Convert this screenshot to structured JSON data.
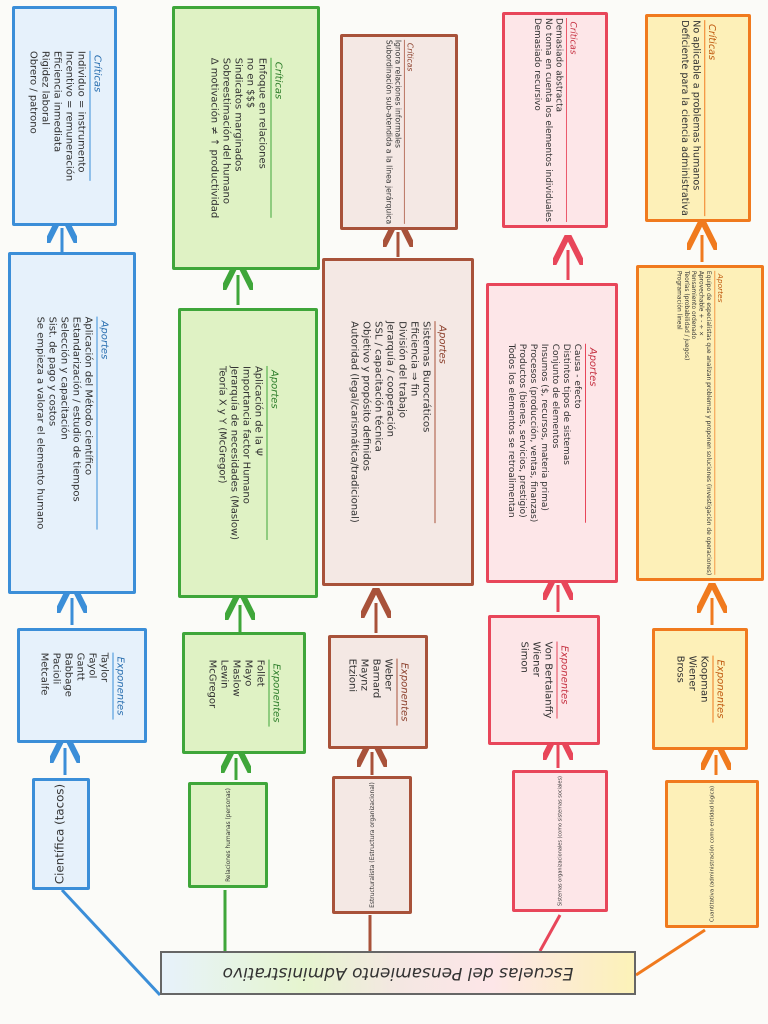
{
  "title": "Escuelas del Pensamiento Administrativo",
  "columns": [
    {
      "name": "Científica (tacos)",
      "color": "#3b8ed8",
      "exponentes_label": "Exponentes",
      "exponentes": [
        "Taylor",
        "Fayol",
        "Gantt",
        "Babbage",
        "Pacioli",
        "Metcalfe"
      ],
      "aportes_label": "Aportes",
      "aportes": [
        "Aplicación del Método científico",
        "Estandarización / estudio de tiempos",
        "Selección y capacitación",
        "Sist. de pago y costos",
        "Se empieza a valorar el elemento humano"
      ],
      "criticas_label": "Críticas",
      "criticas": [
        "Individuo = instrumento",
        "Incentivo = remuneración",
        "Eficiencia inmediata",
        "Rigidez laboral",
        "Obrero / patrono"
      ]
    },
    {
      "name": "Relaciones humanas (personas)",
      "color": "#3fa63a",
      "exponentes_label": "Exponentes",
      "exponentes": [
        "Follet",
        "Mayo",
        "Maslow",
        "Lewin",
        "McGregor"
      ],
      "aportes_label": "Aportes",
      "aportes": [
        "Aplicación de la Ψ",
        "Importancia factor Humano",
        "Jerarquía de necesidades (Maslow)",
        "Teoría X y Y (McGregor)"
      ],
      "criticas_label": "Críticas",
      "criticas": [
        "Enfoque en relaciones",
        "no en $$$",
        "Sindicatos marginados",
        "Sobreestimación del humano",
        "Δ motivación ≠ ↑ productividad"
      ]
    },
    {
      "name": "Estructuralista (Estructura organizacional)",
      "color": "#a8523a",
      "exponentes_label": "Exponentes",
      "exponentes": [
        "Weber",
        "Barnard",
        "Maynz",
        "Etzioni"
      ],
      "aportes_label": "Aportes",
      "aportes": [
        "Sistemas Burocráticos",
        "Eficiencia ⇒ fin",
        "División del trabajo",
        "Jerarquía / cooperación",
        "SSL / capacitación técnica",
        "Objetivo y propósito definidos",
        "Autoridad (legal/carismática/tradicional)"
      ],
      "criticas_label": "Críticas",
      "criticas": [
        "Ignora relaciones informales",
        "Subordinación sub-atendida a la línea jerárquica"
      ]
    },
    {
      "name": "Sistemas organizacionales (como sistemas sociales)",
      "color": "#e8465a",
      "exponentes_label": "Exponentes",
      "exponentes": [
        "Von Bertalanffy",
        "Wiener",
        "Simon"
      ],
      "aportes_label": "Aportes",
      "aportes": [
        "Causa - efecto",
        "Distintos tipos de sistemas",
        "Conjunto de elementos",
        "Insumos ($, recursos, materia prima)",
        "Procesos (producción, ventas, finanzas)",
        "Productos (bienes, servicios, prestigio)",
        "Todos los elementos se retroalimentan"
      ],
      "criticas_label": "Críticas",
      "criticas": [
        "Demasiado abstracta",
        "No toma en cuenta los elementos individuales",
        "Demasiado recursivo"
      ]
    },
    {
      "name": "Cuantitativa (administración como entidad lógica)",
      "color": "#f07a1e",
      "exponentes_label": "Exponentes",
      "exponentes": [
        "Koopman",
        "Wiener",
        "Bross"
      ],
      "aportes_label": "Aportes",
      "aportes": [
        "Equipo de especialistas que analizan problemas y proponen soluciones (investigación de operaciones)",
        "Aprovechable + - ÷ ×",
        "Pensamiento ordenado",
        "Teorías (probabilidad / juegos)",
        "Programación lineal"
      ],
      "criticas_label": "Críticas",
      "criticas": [
        "No aplicable a problemas humanos",
        "Deficiente para la ciencia administrativa"
      ]
    }
  ]
}
